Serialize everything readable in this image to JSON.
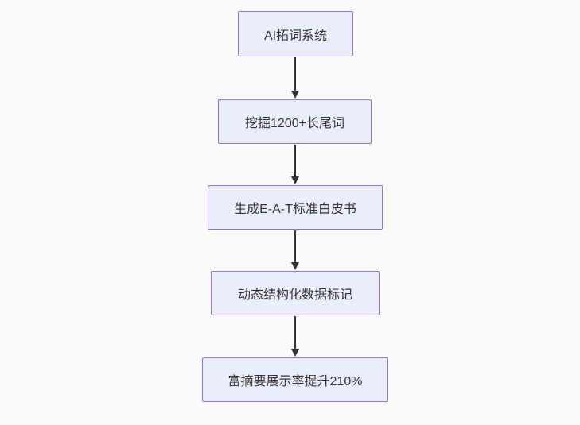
{
  "diagram": {
    "type": "flowchart",
    "direction": "top-down",
    "nodes": [
      {
        "id": "n1",
        "label": "AI拓词系统"
      },
      {
        "id": "n2",
        "label": "挖掘1200+长尾词"
      },
      {
        "id": "n3",
        "label": "生成E-A-T标准白皮书"
      },
      {
        "id": "n4",
        "label": "动态结构化数据标记"
      },
      {
        "id": "n5",
        "label": "富摘要展示率提升210%"
      }
    ],
    "edges": [
      {
        "from": "n1",
        "to": "n2",
        "style": "arrow-down"
      },
      {
        "from": "n2",
        "to": "n3",
        "style": "arrow-down"
      },
      {
        "from": "n3",
        "to": "n4",
        "style": "arrow-down"
      },
      {
        "from": "n4",
        "to": "n5",
        "style": "arrow-down"
      }
    ],
    "colors": {
      "node_fill": "#ECECFF",
      "node_border": "#9370DB",
      "edge": "#333333",
      "text": "#333333",
      "background": "#fafafa"
    }
  }
}
